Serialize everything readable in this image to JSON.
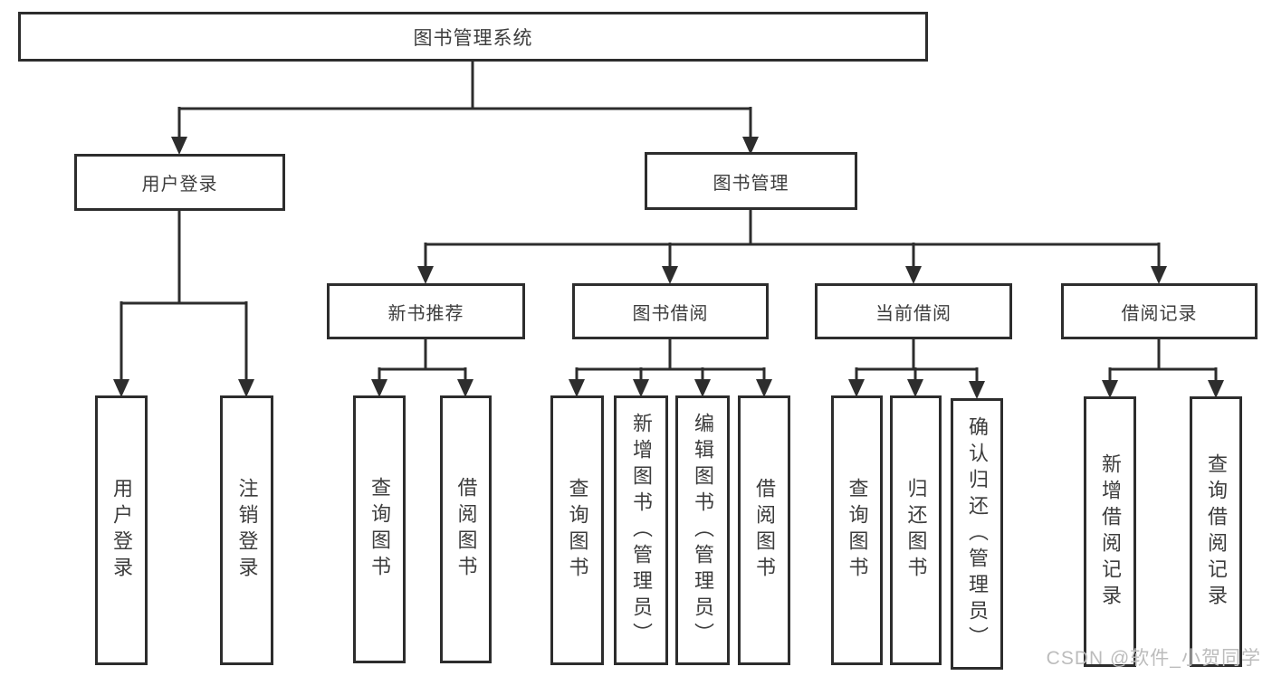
{
  "diagram": {
    "line_color": "#2d2d2d",
    "text_color": "#3d3d3d",
    "background": "#ffffff",
    "nodes": {
      "root": {
        "label": "图书管理系统"
      },
      "user_login": {
        "label": "用户登录"
      },
      "book_mgmt": {
        "label": "图书管理"
      },
      "login": {
        "label": "用户登录"
      },
      "logout": {
        "label": "注销登录"
      },
      "new_book_rec": {
        "label": "新书推荐"
      },
      "book_borrow": {
        "label": "图书借阅"
      },
      "current_borrow": {
        "label": "当前借阅"
      },
      "borrow_record": {
        "label": "借阅记录"
      },
      "nb_query": {
        "label": "查询图书"
      },
      "nb_borrow": {
        "label": "借阅图书"
      },
      "bb_query": {
        "label": "查询图书"
      },
      "bb_add": {
        "label": "新增图书（管理员）"
      },
      "bb_edit": {
        "label": "编辑图书（管理员）"
      },
      "bb_borrow": {
        "label": "借阅图书"
      },
      "cb_query": {
        "label": "查询图书"
      },
      "cb_return": {
        "label": "归还图书"
      },
      "cb_confirm": {
        "label": "确认归还（管理员）"
      },
      "br_add": {
        "label": "新增借阅记录"
      },
      "br_query": {
        "label": "查询借阅记录"
      }
    },
    "watermark": "CSDN @软件_小贺同学"
  }
}
